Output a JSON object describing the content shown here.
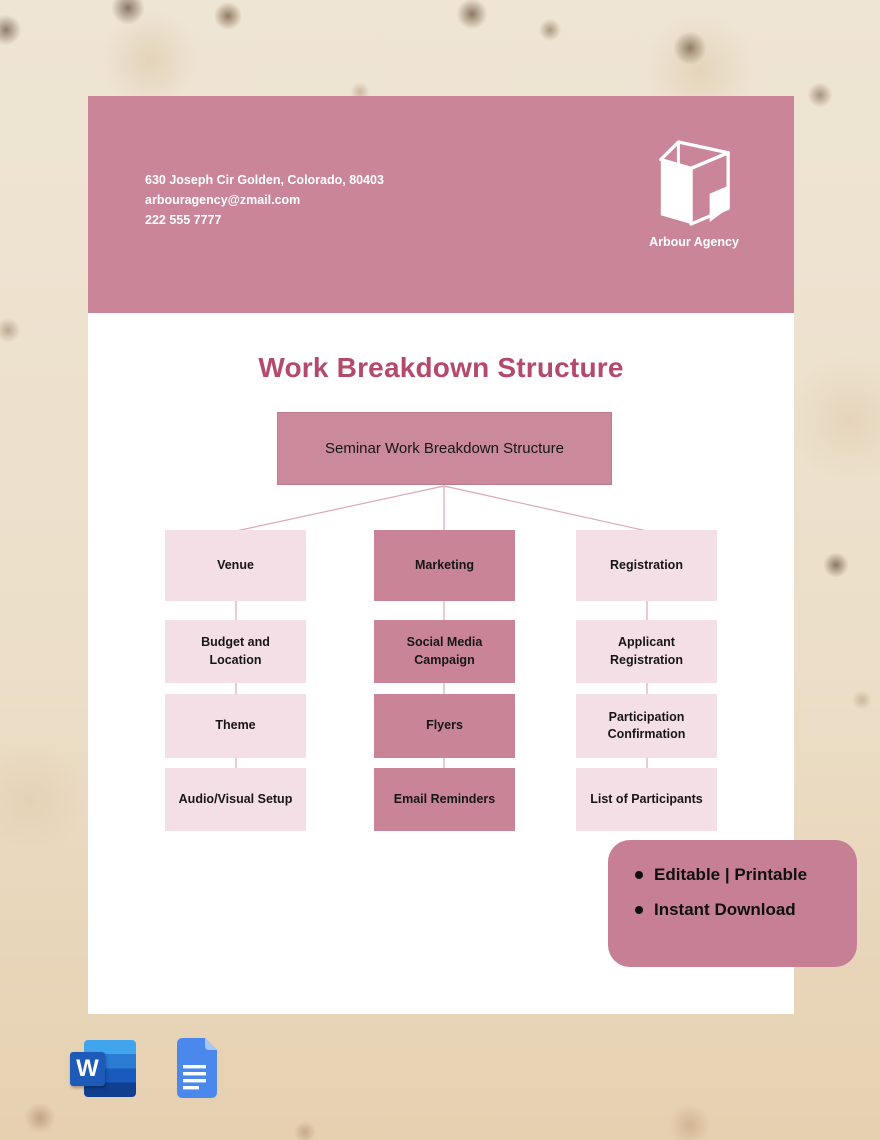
{
  "header": {
    "address": "630 Joseph Cir Golden, Colorado, 80403",
    "email": "arbouragency@zmail.com",
    "phone": "222 555 7777",
    "brand": "Arbour Agency"
  },
  "title": "Work Breakdown Structure",
  "diagram": {
    "type": "work-breakdown-structure-tree",
    "root": "Seminar Work Breakdown Structure",
    "columns": [
      {
        "items": [
          "Venue",
          "Budget and Location",
          "Theme",
          "Audio/Visual Setup"
        ]
      },
      {
        "items": [
          "Marketing",
          "Social Media Campaign",
          "Flyers",
          "Email Reminders"
        ]
      },
      {
        "items": [
          "Registration",
          "Applicant Registration",
          "Participation Confirmation",
          "List of Participants"
        ]
      }
    ]
  },
  "badge": {
    "items": [
      "Editable | Printable",
      "Instant Download"
    ]
  },
  "footer": {
    "word_letter": "W"
  },
  "colors": {
    "header_pink": "#ca8598",
    "dark_box_pink": "#ca8498",
    "light_box_pink": "#f5dfe7",
    "title_rose": "#b5496b",
    "badge_pink": "#c77f95",
    "connector_pink": "#dca7b6",
    "background_parchment": "#ebdfcb"
  }
}
